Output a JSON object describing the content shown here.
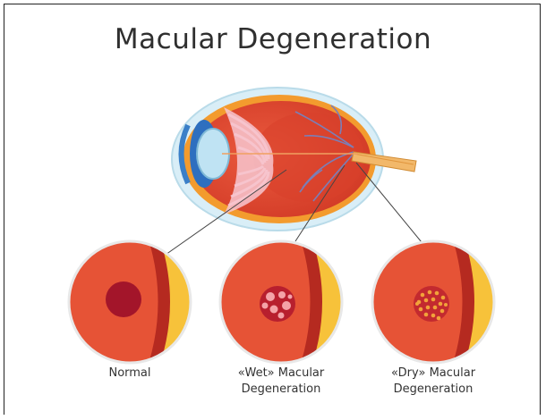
{
  "title": "Macular Degeneration",
  "panels": [
    {
      "id": "normal",
      "caption_line1": "Normal",
      "caption_line2": ""
    },
    {
      "id": "wet",
      "caption_line1": "«Wet» Macular",
      "caption_line2": "Degeneration"
    },
    {
      "id": "dry",
      "caption_line1": "«Dry» Macular",
      "caption_line2": "Degeneration"
    }
  ],
  "colors": {
    "retina": "#e04a33",
    "retina_dark": "#c9321f",
    "vessel_layer": "#b22a22",
    "sclera_yellow": "#f7c23a",
    "macula_normal": "#9e1024",
    "lesion_fill": "#b81f2e",
    "lesion_spots": "#f4a3a8",
    "outline": "#444444"
  }
}
